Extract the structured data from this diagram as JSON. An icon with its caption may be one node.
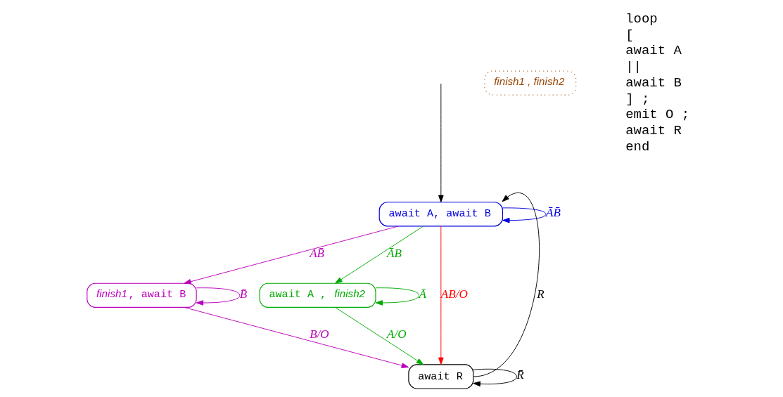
{
  "diagram": {
    "nodes": [
      {
        "text": [
          "await A, await B"
        ]
      },
      {
        "text": [
          "*finish1*, await B"
        ]
      },
      {
        "text": [
          "await A , *finish2*"
        ]
      },
      {
        "text": [
          "finish1 , finish2"
        ]
      },
      {
        "text": [
          "await R"
        ]
      }
    ],
    "edges": [
      {
        "from": null,
        "to": 0,
        "arrow": "to"
      },
      {
        "from": 0,
        "to": 0,
        "arrow": "to",
        "label": "ĀB̄",
        "color": "#0000dd"
      },
      {
        "from": 0,
        "to": 1,
        "arrow": "to",
        "label": "AB̄",
        "color": "#bb00bb"
      },
      {
        "from": 0,
        "to": 4,
        "arrow": "to",
        "label": "AB/O",
        "color": "#ff0000"
      },
      {
        "from": 0,
        "to": 2,
        "arrow": "to",
        "label": "ĀB",
        "color": "#00aa00"
      },
      {
        "from": 1,
        "to": 1,
        "arrow": "to",
        "label": "B̄",
        "color": "#bb00bb"
      },
      {
        "from": 1,
        "to": 4,
        "arrow": "to",
        "label": "B/O",
        "color": "#bb00bb"
      },
      {
        "from": 2,
        "to": 2,
        "arrow": "to",
        "label": "Ā",
        "color": "#00aa00"
      },
      {
        "from": 2,
        "to": 4,
        "arrow": "to",
        "label": "A/O",
        "color": "#00aa00"
      },
      {
        "from": 4,
        "to": 4,
        "arrow": "to",
        "label": "R̄"
      },
      {
        "from": 4,
        "to": 0,
        "arrow": "to",
        "label": "R"
      }
    ],
    "labels": [
      "loop",
      "[",
      "await A",
      "||",
      "await B",
      "] ;",
      "emit O ;",
      "await R",
      "end"
    ]
  }
}
